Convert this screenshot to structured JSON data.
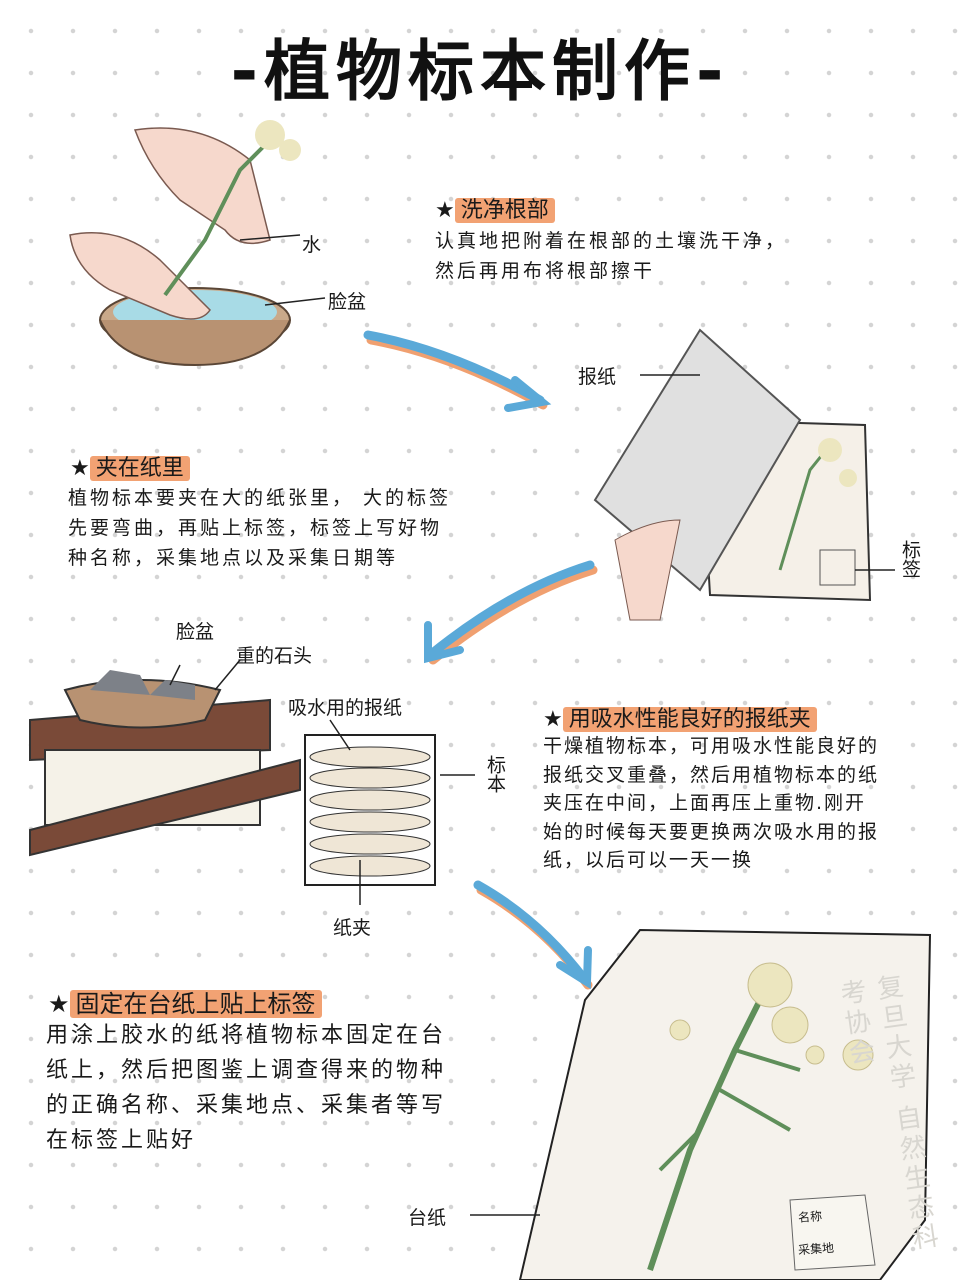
{
  "title": "-植物标本制作-",
  "steps": [
    {
      "heading": "洗净根部",
      "lines": [
        "认真地把附着在根部的土壤洗干净，",
        "然后再用布将根部擦干"
      ]
    },
    {
      "heading": "夹在纸里",
      "lines": [
        "植物标本要夹在大的纸张里， 大的标签",
        "先要弯曲，再贴上标签，标签上写好物",
        "种名称，采集地点以及采集日期等"
      ]
    },
    {
      "heading": "用吸水性能良好的报纸夹",
      "lines": [
        "干燥植物标本，可用吸水性能良好的",
        "报纸交叉重叠，然后用植物标本的纸",
        "夹压在中间，上面再压上重物.刚开",
        "始的时候每天要更换两次吸水用的报",
        "纸，以后可以一天一换"
      ]
    },
    {
      "heading": "固定在台纸上贴上标签",
      "lines": [
        "用涂上胶水的纸将植物标本固定在台",
        "纸上，然后把图鉴上调查得来的物种",
        "的正确名称、采集地点、采集者等写",
        "在标签上贴好"
      ]
    }
  ],
  "star": "★",
  "labels": {
    "water": "水",
    "basin1": "脸盆",
    "newspaper": "报纸",
    "tag": "标签",
    "basin2": "脸盆",
    "stone": "重的石头",
    "absorb_paper": "吸水用的报纸",
    "specimen": "标本",
    "clip": "纸夹",
    "mount": "台纸",
    "card_name": "名称",
    "card_place": "采集地"
  },
  "watermark": "复旦大学 自然生态科考协会",
  "colors": {
    "highlight": "#f2a273",
    "arrow": "#5aa9d8",
    "arrow_shadow": "#f0a070",
    "leaf": "#5f8f5a",
    "flower": "#ece6bf"
  }
}
